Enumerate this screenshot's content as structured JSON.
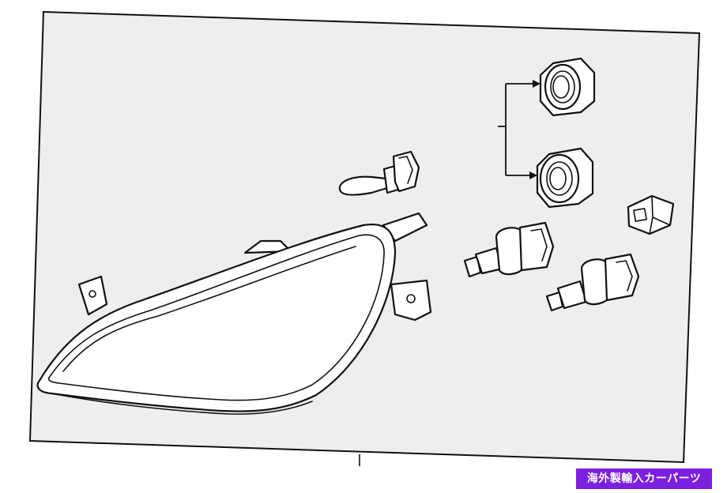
{
  "diagram": {
    "subject": "headlamp-assembly-parts",
    "parts": [
      {
        "id": "headlamp-housing"
      },
      {
        "id": "halogen-bulb"
      },
      {
        "id": "bulb-socket-upper"
      },
      {
        "id": "bulb-socket-lower"
      },
      {
        "id": "wedge-bulb-upper"
      },
      {
        "id": "wedge-bulb-lower"
      },
      {
        "id": "small-clip"
      }
    ]
  },
  "badge": {
    "text": "海外製輸入カーパーツ",
    "background": "#7b1fe0",
    "color": "#ffffff"
  },
  "colors": {
    "line": "#111111",
    "panel": "#eeeeee",
    "page": "#ffffff"
  }
}
